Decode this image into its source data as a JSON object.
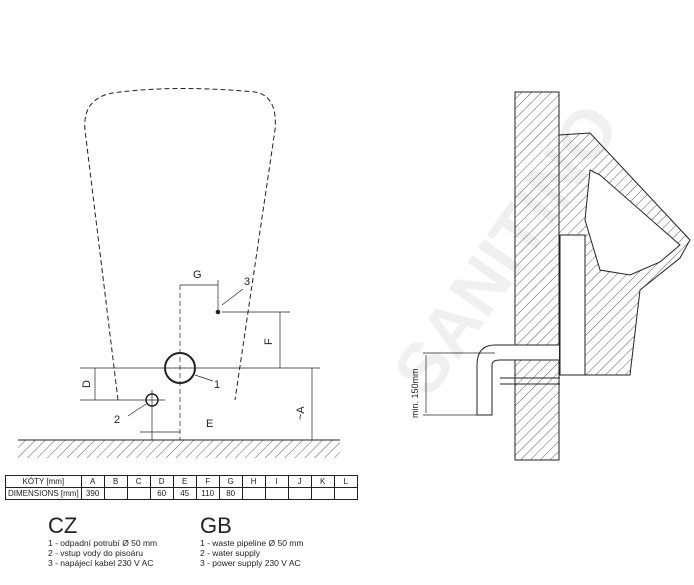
{
  "watermark": "SANITINO",
  "front_view": {
    "labels": {
      "g": "G",
      "f": "F",
      "d": "D",
      "e": "E",
      "a": "~A",
      "n1": "1",
      "n2": "2",
      "n3": "3"
    }
  },
  "side_view": {
    "dimension_label": "min. 150mm"
  },
  "table": {
    "header_label": "KÓTY [mm]",
    "row_label": "DIMENSIONS [mm]",
    "columns": [
      "A",
      "B",
      "C",
      "D",
      "E",
      "F",
      "G",
      "H",
      "I",
      "J",
      "K",
      "L"
    ],
    "values": [
      "390",
      "",
      "",
      "60",
      "45",
      "110",
      "80",
      "",
      "",
      "",
      "",
      ""
    ]
  },
  "legend_cz": {
    "title": "CZ",
    "items": [
      "1 - odpadní potrubí Ø 50 mm",
      "2 - vstup vody do pisoáru",
      "3 - napájecí kabel 230 V AC"
    ]
  },
  "legend_gb": {
    "title": "GB",
    "items": [
      "1 - waste pipeline Ø 50 mm",
      "2 - water supply",
      "3 - power supply 230 V AC"
    ]
  }
}
